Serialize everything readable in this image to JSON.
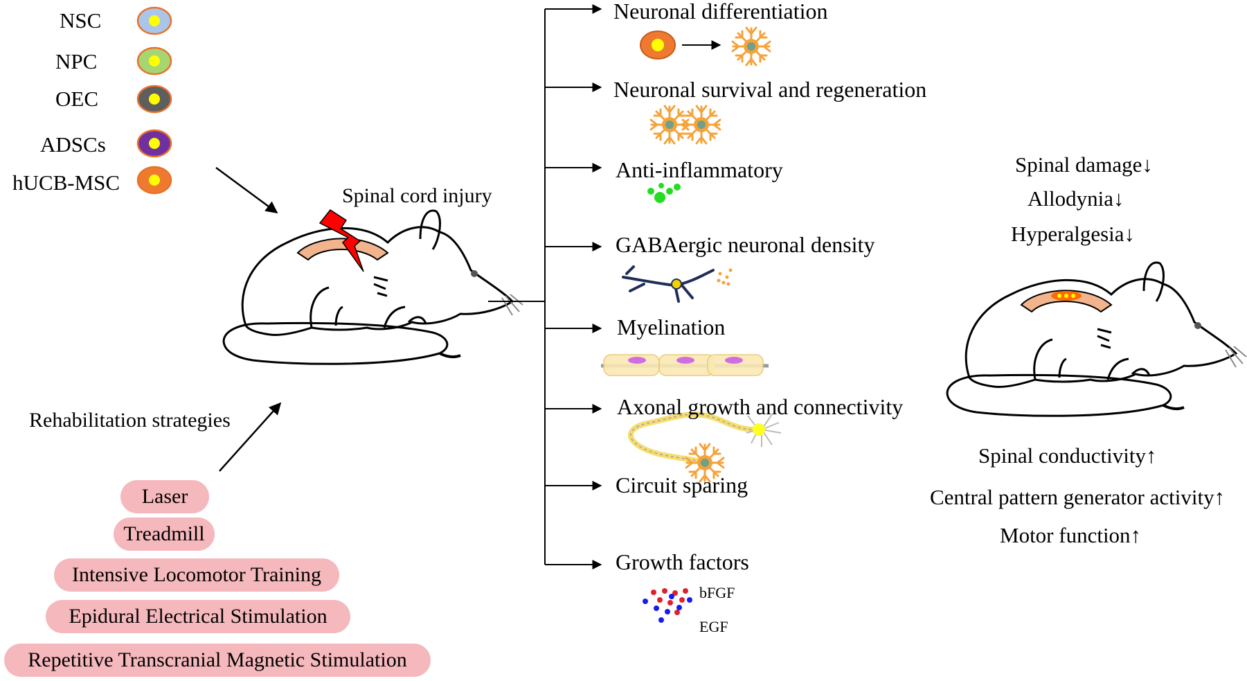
{
  "legend": {
    "cells": [
      {
        "label": "NSC",
        "fill": "#a9c6ea",
        "ring": "#e8722c",
        "core": "#ffff00"
      },
      {
        "label": "NPC",
        "fill": "#a6d672",
        "ring": "#e8722c",
        "core": "#ffff00"
      },
      {
        "label": "OEC",
        "fill": "#5e5e5e",
        "ring": "#e8722c",
        "core": "#ffff00"
      },
      {
        "label": "ADSCs",
        "fill": "#7030a0",
        "ring": "#e8722c",
        "core": "#ffff00"
      },
      {
        "label": "hUCB-MSC",
        "fill": "#ee7a30",
        "ring": "#e8722c",
        "core": "#ffff00"
      }
    ]
  },
  "injury": {
    "label": "Spinal cord injury"
  },
  "rehab": {
    "title": "Rehabilitation strategies",
    "items": [
      "Laser",
      "Treadmill",
      "Intensive Locomotor Training",
      "Epidural Electrical Stimulation",
      "Repetitive Transcranial Magnetic Stimulation"
    ]
  },
  "effects": [
    "Neuronal differentiation",
    "Neuronal survival and regeneration",
    "Anti-inflammatory",
    "GABAergic neuronal density",
    "Myelination",
    "Axonal growth and connectivity",
    "Circuit sparing",
    "Growth factors"
  ],
  "growth_factors": {
    "a": "bFGF",
    "b": "EGF"
  },
  "outcomes_down": [
    "Spinal damage",
    "Allodynia",
    "Hyperalgesia"
  ],
  "outcomes_up": [
    "Spinal conductivity",
    "Central pattern generator activity",
    "Motor function"
  ],
  "arrows": {
    "down": "↓",
    "up": "↑"
  },
  "colors": {
    "pill": "#f5b8bc",
    "neuron": "#f5a23a",
    "soma": "#6fa08a",
    "lightning": "#ff0000",
    "cord": "#f2b48c"
  }
}
